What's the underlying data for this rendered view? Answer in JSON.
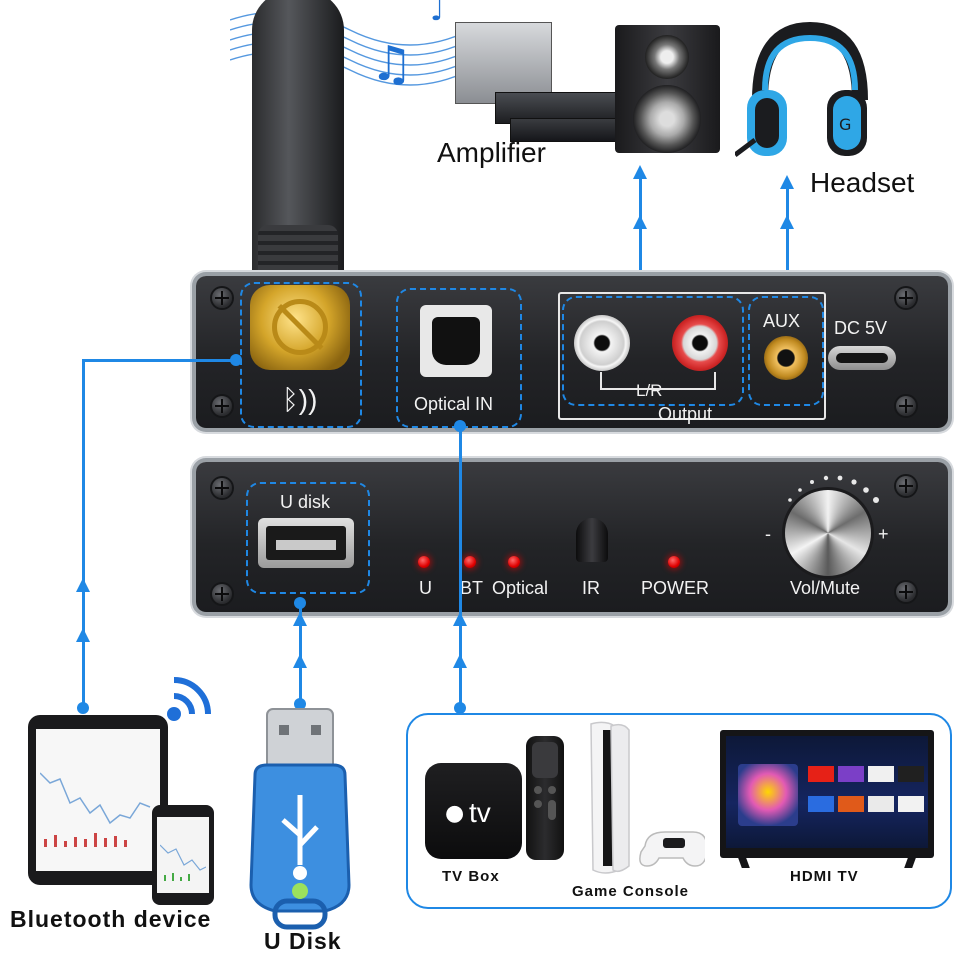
{
  "devices_top": {
    "amplifier_label": "Amplifier",
    "headset_label": "Headset"
  },
  "back_panel": {
    "optical_in": "Optical IN",
    "aux": "AUX",
    "dc": "DC 5V",
    "lr": "L/R",
    "output": "Output",
    "bluetooth_glyph": "ᛒ))"
  },
  "front_panel": {
    "udisk": "U disk",
    "indicators": [
      "U",
      "BT",
      "Optical",
      "IR",
      "POWER"
    ],
    "vol_mute": "Vol/Mute",
    "minus": "-",
    "plus": "+"
  },
  "sources": {
    "bluetooth_device": "Bluetooth device",
    "u_disk": "U Disk",
    "tv_box": "TV Box",
    "game_console": "Game Console",
    "hdmi_tv": "HDMI TV",
    "appletv_text": "tv"
  },
  "colors": {
    "accent": "#1f88e5",
    "panel": "#232427",
    "led": "#e00000",
    "gold": "#d4a52a",
    "usb_blue": "#3d8fe0"
  }
}
